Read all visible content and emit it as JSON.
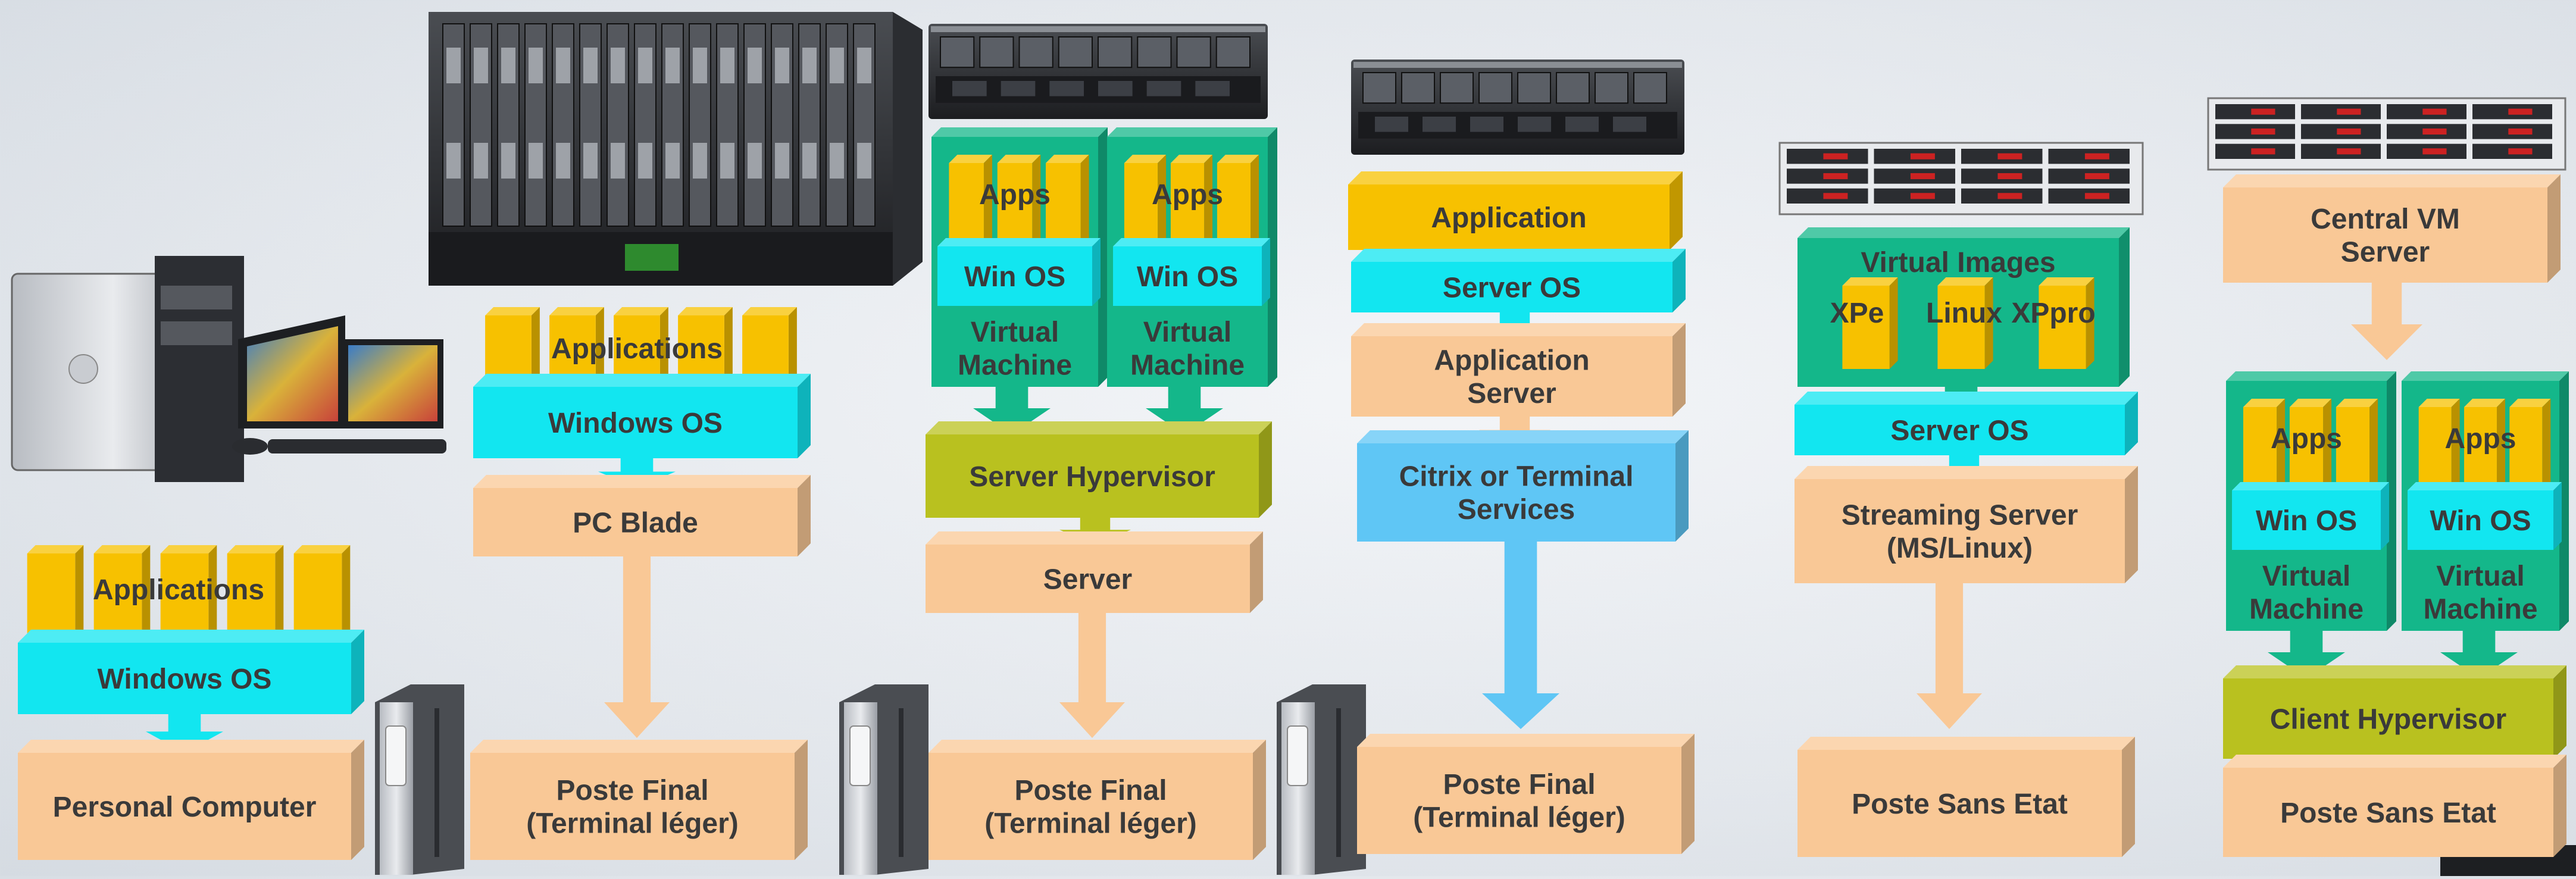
{
  "columns": [
    {
      "id": "pc",
      "blocks": [
        {
          "key": "apps",
          "label": "Applications"
        },
        {
          "key": "os",
          "label": "Windows OS"
        },
        {
          "key": "base",
          "label": "Personal Computer"
        }
      ]
    },
    {
      "id": "blade",
      "blocks": [
        {
          "key": "apps",
          "label": "Applications"
        },
        {
          "key": "os",
          "label": "Windows OS"
        },
        {
          "key": "host",
          "label": "PC Blade"
        },
        {
          "key": "terminal",
          "label": "Poste Final (Terminal léger)"
        }
      ]
    },
    {
      "id": "vdi",
      "vms": [
        {
          "apps": "Apps",
          "os": "Win OS",
          "vm": "Virtual Machine"
        },
        {
          "apps": "Apps",
          "os": "Win OS",
          "vm": "Virtual Machine"
        }
      ],
      "blocks": [
        {
          "key": "hypervisor",
          "label": "Server Hypervisor"
        },
        {
          "key": "host",
          "label": "Server"
        },
        {
          "key": "terminal",
          "label": "Poste Final (Terminal léger)"
        }
      ]
    },
    {
      "id": "terminal-services",
      "blocks": [
        {
          "key": "apps",
          "label": "Application"
        },
        {
          "key": "os",
          "label": "Server OS"
        },
        {
          "key": "appserver",
          "label": "Application Server"
        },
        {
          "key": "citrix",
          "label": "Citrix or Terminal Services"
        },
        {
          "key": "terminal",
          "label": "Poste Final (Terminal léger)"
        }
      ]
    },
    {
      "id": "streaming",
      "images_title": "Virtual Images",
      "images": [
        "XPe",
        "Linux",
        "XPpro"
      ],
      "blocks": [
        {
          "key": "os",
          "label": "Server OS"
        },
        {
          "key": "host",
          "label": "Streaming Server (MS/Linux)"
        },
        {
          "key": "terminal",
          "label": "Poste Sans Etat"
        }
      ]
    },
    {
      "id": "client-hypervisor",
      "blocks": [
        {
          "key": "central",
          "label": "Central VM Server"
        },
        {
          "key": "hypervisor",
          "label": "Client Hypervisor"
        },
        {
          "key": "terminal",
          "label": "Poste Sans Etat"
        }
      ],
      "vms": [
        {
          "apps": "Apps",
          "os": "Win OS",
          "vm": "Virtual Machine"
        },
        {
          "apps": "Apps",
          "os": "Win OS",
          "vm": "Virtual Machine"
        }
      ]
    }
  ],
  "colors": {
    "apps": "#f7c100",
    "os": "#12e6f0",
    "peach": "#f9c896",
    "vm": "#14b78a",
    "hypervisor": "#b9c11f",
    "citrix": "#5fc6f5",
    "rack": "#2a2c30"
  },
  "icons": [
    "workstation-icon",
    "blade-enclosure-icon",
    "rack-server-icon",
    "storage-array-icon",
    "thin-client-icon"
  ]
}
